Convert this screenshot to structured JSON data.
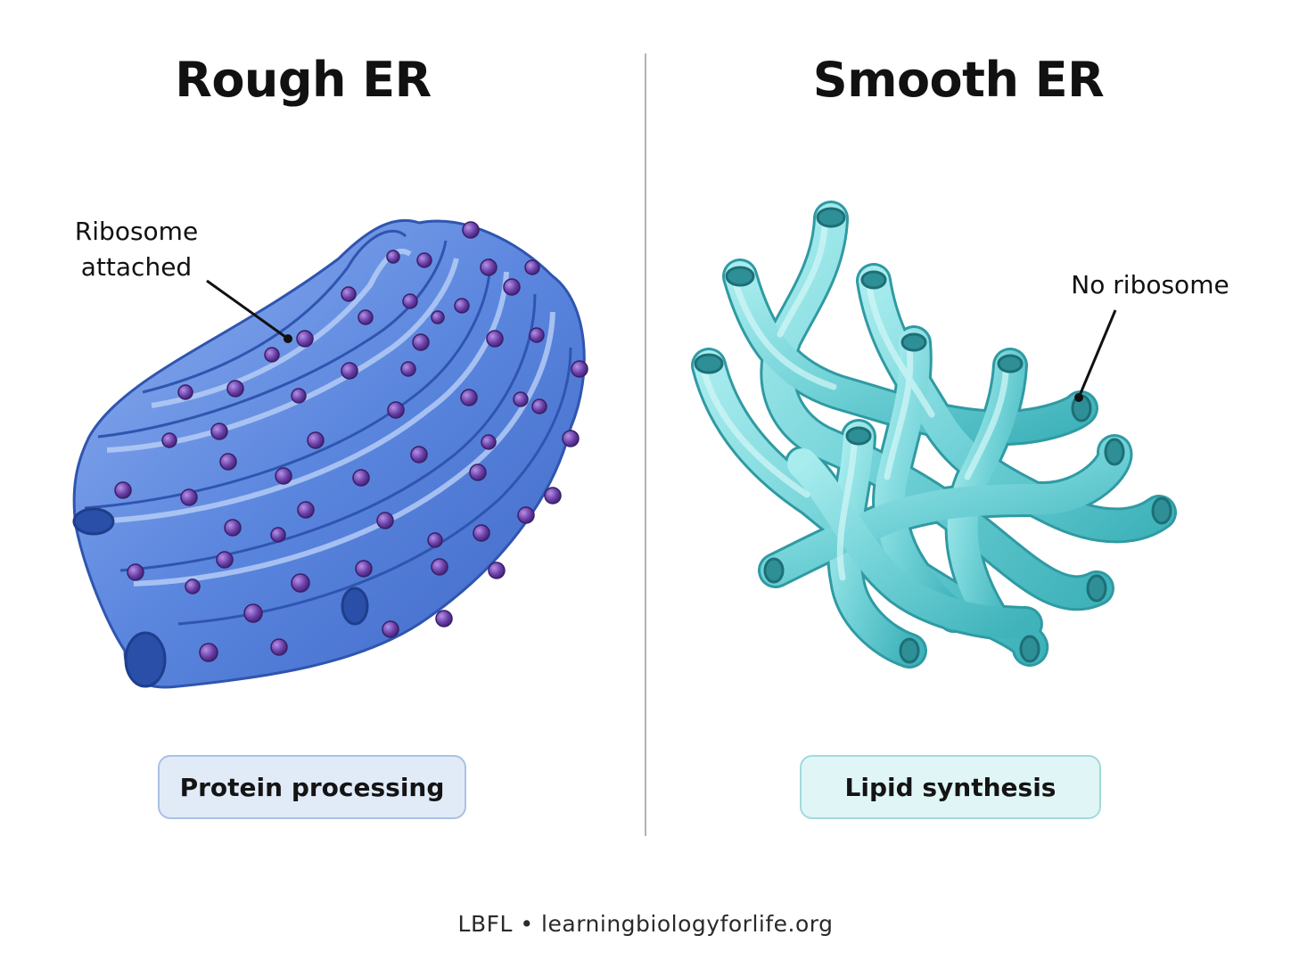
{
  "rough": {
    "title": "Rough ER",
    "callout": "Ribosome attached",
    "function": "Protein processing",
    "membrane_color": "#5b86de",
    "ribosome_color": "#6a3fa8"
  },
  "smooth": {
    "title": "Smooth ER",
    "callout": "No ribosome",
    "function": "Lipid synthesis",
    "membrane_color": "#6fd1d6"
  },
  "footer": "LBFL • learningbiologyforlife.org"
}
